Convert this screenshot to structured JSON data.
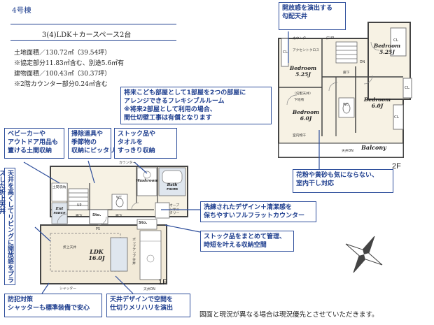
{
  "header": {
    "house_name": "4号棟",
    "plan_type": "3(4)LDK＋カースペース2台"
  },
  "specs": [
    "土地面積／130.72㎡（39.54坪）",
    "※協定部分11.83㎡含む、別途5.6㎡有",
    "建物面積／100.43㎡（30.37坪）",
    "※2階カウンター部分0.24㎡含む"
  ],
  "callouts": {
    "ceiling": [
      "開放感を演出する",
      "勾配天井"
    ],
    "flexible": [
      "将来こども部屋として1部屋を2つの部屋に",
      "アレンジできるフレキシブルルーム",
      "※将来2部屋として利用の場合、",
      "間仕切壁工事は有償となります"
    ],
    "hay_fever": [
      "花粉や黄砂も気にならない、",
      "室内干し対応"
    ],
    "stroller": [
      "ベビーカーや",
      "アウトドア用品も",
      "置ける土間収納"
    ],
    "cleaning": [
      "掃除道具や",
      "季節物の",
      "収納にピッタリ"
    ],
    "towel": [
      "ストック品や",
      "タオルを",
      "すっきり収納"
    ],
    "counter": [
      "洗練されたデザイン＋清潔感を",
      "保ちやすいフルフラットカウンター"
    ],
    "stock": [
      "ストック品をまとめて管理、",
      "時短を叶える収納空間"
    ],
    "high_ceiling": [
      "天井を高くしてリビングに",
      "開放感をプラスした折上天井"
    ],
    "crime": [
      "防犯対策",
      "シャッターも標準装備で安心"
    ],
    "design_ceiling": [
      "天井デザインで空間を",
      "仕切りメリハリを演出"
    ]
  },
  "rooms_2f": {
    "bedroom_a": [
      "Bedroom",
      "5.25J"
    ],
    "bedroom_b": [
      "Bedroom",
      "5.25J"
    ],
    "bedroom_c": [
      "Bedroom",
      "6.0J"
    ],
    "bedroom_d": [
      "Bedroom",
      "6.0J"
    ],
    "balcony": "Balcony",
    "cl": "CL",
    "wc": "WC",
    "hall": "廊下",
    "counter": "カウンター",
    "accent_cloth": "アクセントクロス",
    "slope_ceiling": "（勾配天井）",
    "lower_ceiling": "下地有",
    "indoor_hanger": "室内物干",
    "pipe": "床UP",
    "dn": "DN",
    "ceiling_dn": "天井DN",
    "floor_label": "2F"
  },
  "rooms_1f": {
    "ldk": [
      "LDK",
      "16.0J"
    ],
    "entrance": [
      "Ent",
      "rance"
    ],
    "washroom": "Washroom",
    "bathroom": [
      "Bath",
      "room"
    ],
    "sto1": "Sto.",
    "sto2": "Sto.",
    "hall": "廊下",
    "hall2": "廊下",
    "wc": "WC",
    "up": "UP",
    "ps": "PS",
    "counter": "カウンター",
    "shoes": "土間収納",
    "open_sanitary": "オープンサニタリー",
    "ceiling_label": "折上天井",
    "pop_ceiling": "ポップアップ天井",
    "shutter": "シャッター",
    "ceiling_dn": "天井DN",
    "floor_label": "1F"
  },
  "note": "図面と現況が異なる場合は現況優先とさせていただきます。",
  "colors": {
    "accent": "#1f3f8f",
    "callout_border": "#2f4f9c",
    "wall": "#444444",
    "floor_wood": "#f2ead8",
    "tile": "#dfe6ee"
  }
}
